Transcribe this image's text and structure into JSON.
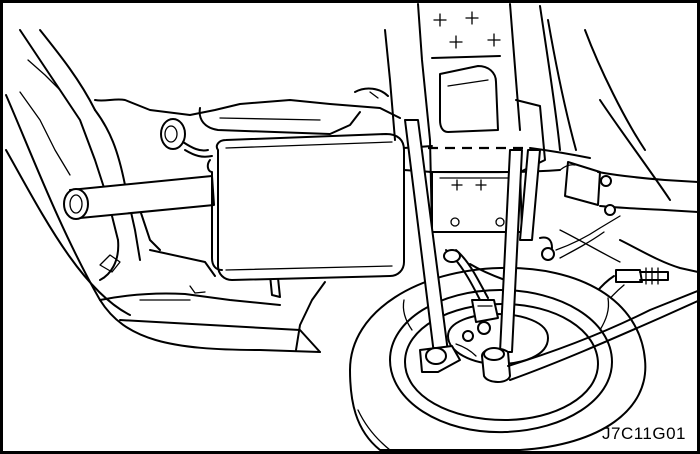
{
  "figure": {
    "code": "J7C11G01"
  },
  "colors": {
    "line": "#000000",
    "background": "#ffffff"
  },
  "parts": [
    "muffler",
    "tail-pipe",
    "exhaust-hanger",
    "spare-tire",
    "jack-stand",
    "exhaust-pipe"
  ]
}
